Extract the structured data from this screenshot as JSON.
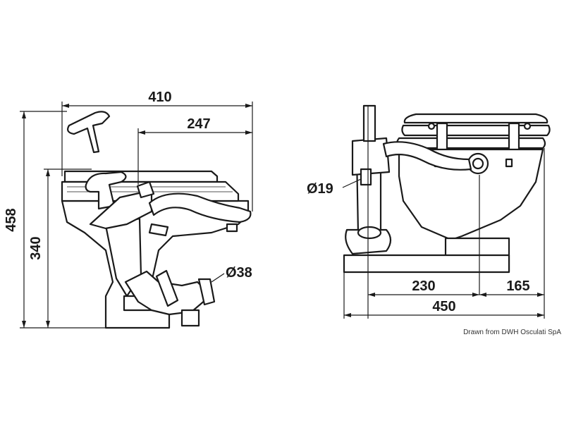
{
  "dimensions": {
    "width_total": "410",
    "width_partial": "247",
    "height_total": "458",
    "height_rim": "340",
    "outlet_diameter": "Ø38",
    "inlet_diameter": "Ø19",
    "base_front": "230",
    "base_rear": "165",
    "depth_total": "450"
  },
  "credit": "Drawn from DWH Osculati SpA",
  "colors": {
    "line": "#1a1a1a",
    "background": "#ffffff"
  }
}
